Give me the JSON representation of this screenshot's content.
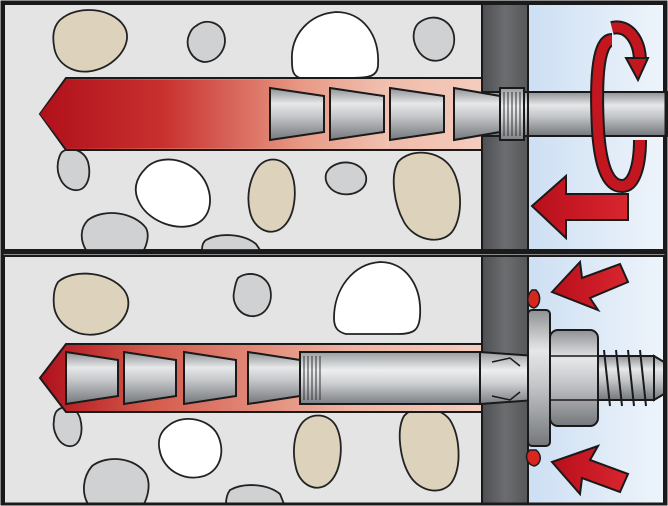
{
  "diagram": {
    "panels": [
      {
        "id": "drilling",
        "step": 1
      },
      {
        "id": "installed",
        "step": 2
      }
    ],
    "icons": [
      "rotation-arrow-icon",
      "push-arrow-icon",
      "clamp-arrow-icon"
    ]
  },
  "colors": {
    "concrete": "#e3e3e3",
    "outline": "#1a1a1a",
    "pebble_beige": "#ddd3bd",
    "pebble_grey": "#d0d1d3",
    "pebble_white": "#ffffff",
    "plate": "#5f6163",
    "air": "#d8e6f5",
    "drill_red": "#b4121b",
    "steel": "#c6c8cb"
  }
}
